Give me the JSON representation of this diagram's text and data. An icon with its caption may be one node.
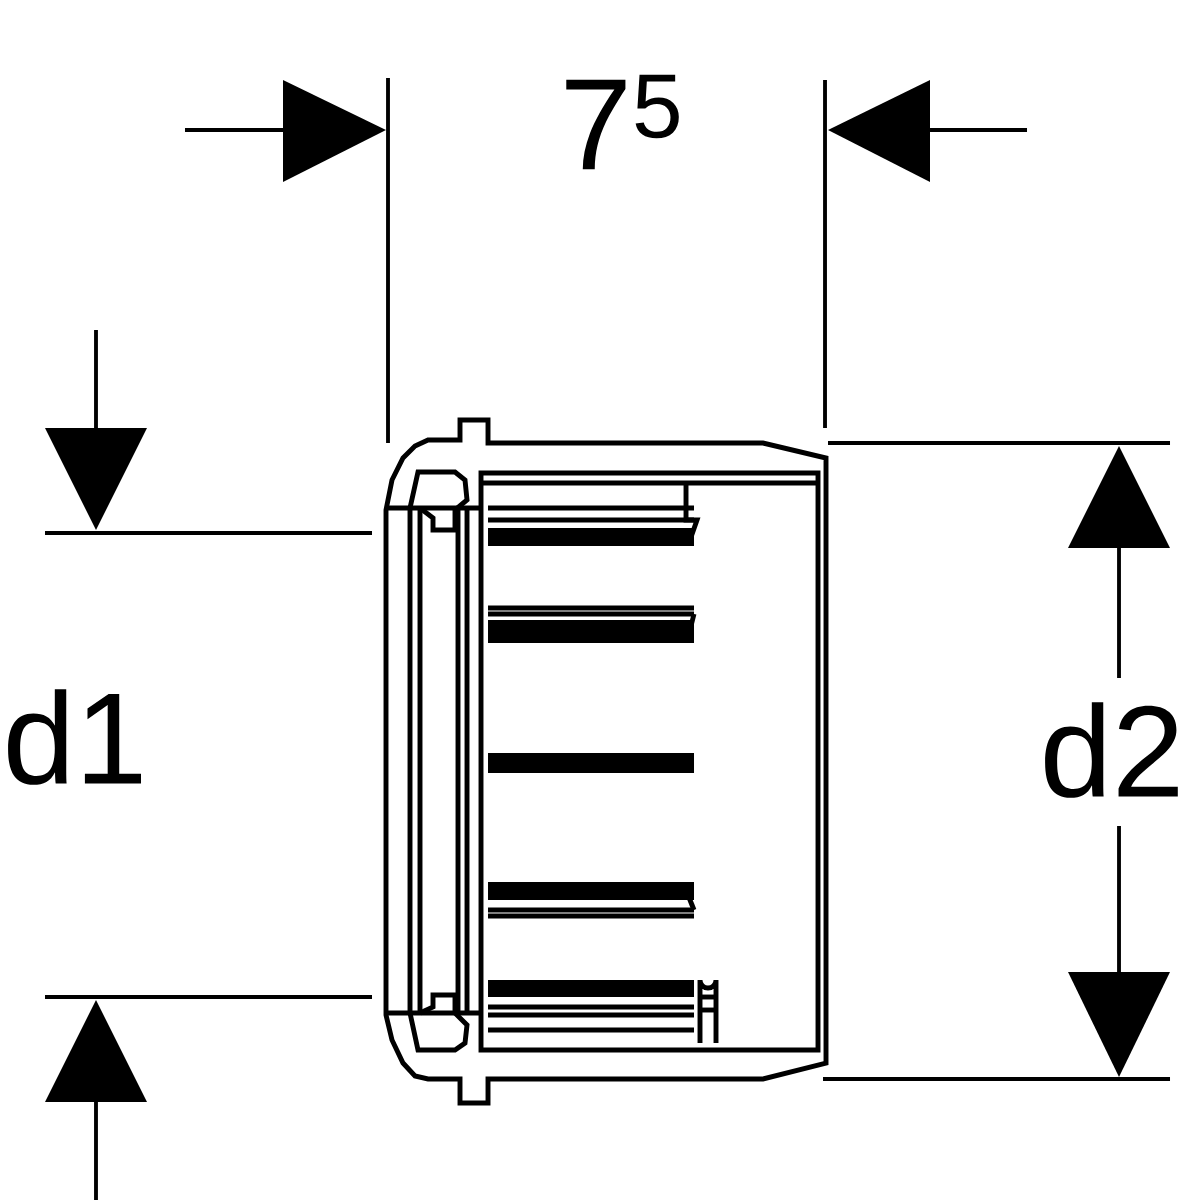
{
  "diagram": {
    "labels": [
      "7$^{5}$",
      "d1",
      "d2"
    ]
  }
}
